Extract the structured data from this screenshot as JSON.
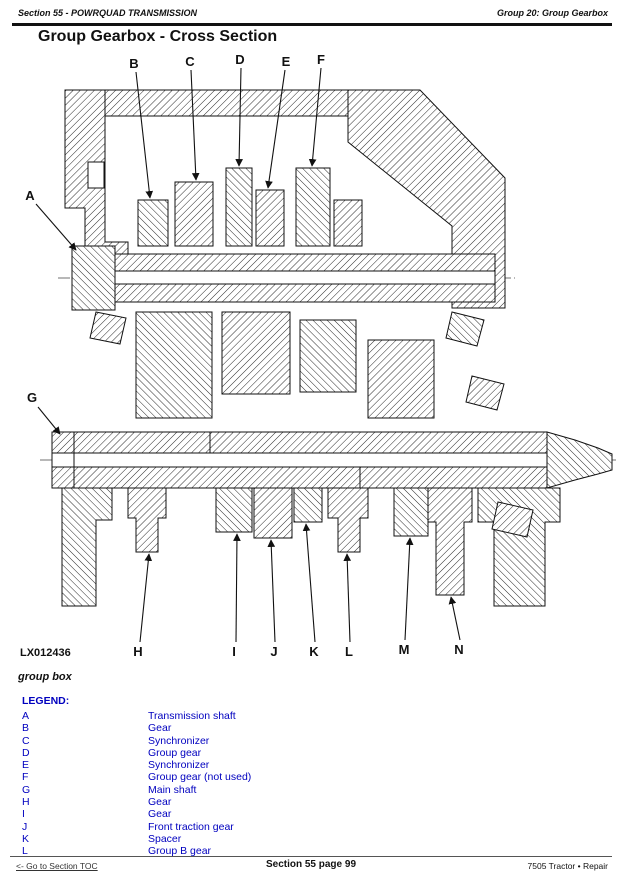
{
  "header": {
    "left": "Section 55 - POWRQUAD TRANSMISSION",
    "right": "Group 20: Group Gearbox"
  },
  "title": "Group Gearbox - Cross Section",
  "figure": {
    "id_label": "LX012436",
    "caption": "group box",
    "callouts": [
      "A",
      "B",
      "C",
      "D",
      "E",
      "F",
      "G",
      "H",
      "I",
      "J",
      "K",
      "L",
      "M",
      "N"
    ]
  },
  "legend": {
    "title": "LEGEND:",
    "entries": [
      {
        "key": "A",
        "label": "Transmission shaft"
      },
      {
        "key": "B",
        "label": "Gear"
      },
      {
        "key": "C",
        "label": "Synchronizer"
      },
      {
        "key": "D",
        "label": "Group gear"
      },
      {
        "key": "E",
        "label": "Synchronizer"
      },
      {
        "key": "F",
        "label": "Group gear (not used)"
      },
      {
        "key": "G",
        "label": "Main shaft"
      },
      {
        "key": "H",
        "label": "Gear"
      },
      {
        "key": "I",
        "label": "Gear"
      },
      {
        "key": "J",
        "label": "Front traction gear"
      },
      {
        "key": "K",
        "label": "Spacer"
      },
      {
        "key": "L",
        "label": "Group B gear"
      }
    ]
  },
  "footer": {
    "toc_link": "<- Go to Section TOC",
    "page": "Section 55 page 99",
    "right": "7505 Tractor • Repair"
  },
  "colors": {
    "legend_blue": "#0000bf",
    "rule_dark": "#111111"
  }
}
